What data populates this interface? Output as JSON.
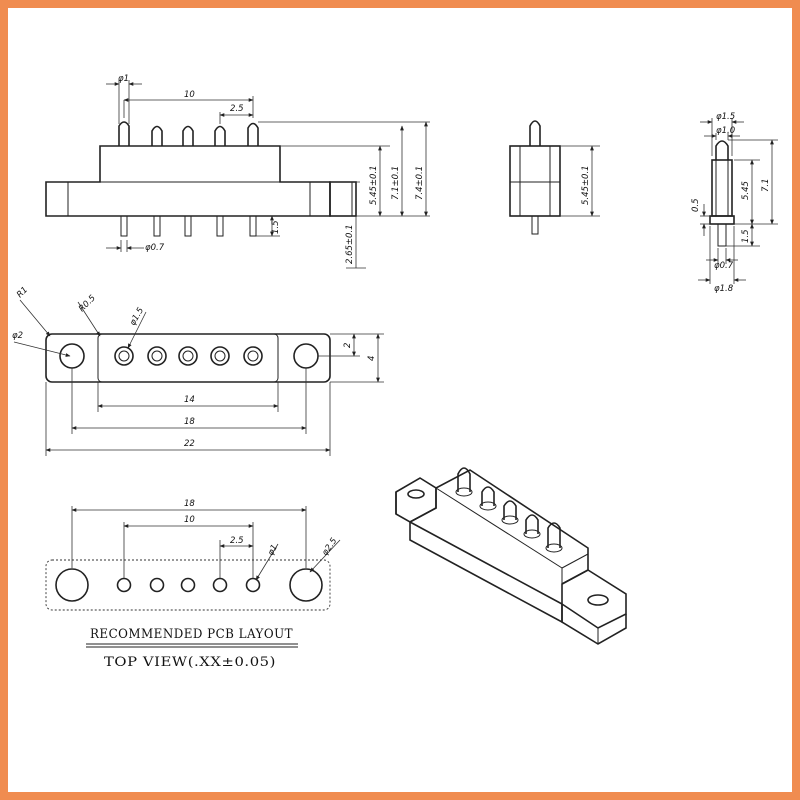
{
  "front": {
    "pin_dia": "φ1",
    "pitch_total": "10",
    "pitch": "2.5",
    "h_545": "5.45±0.1",
    "h_71": "7.1±0.1",
    "h_74": "7.4±0.1",
    "tail_len": "1.5",
    "tail_dia": "φ0.7",
    "side_h": "2.65±0.1"
  },
  "side": {
    "h_545": "5.45±0.1"
  },
  "pin": {
    "d15": "φ1.5",
    "d10": "φ1.0",
    "h545": "5.45",
    "h71": "7.1",
    "h05": "0.5",
    "h15": "1.5",
    "d07": "φ0.7",
    "d18": "φ1.8"
  },
  "top": {
    "r1": "R1",
    "r05": "R0.5",
    "d15": "φ1.5",
    "d2": "φ2",
    "h2": "2",
    "h4": "4",
    "w14": "14",
    "w18": "18",
    "w22": "22"
  },
  "pcb": {
    "w18": "18",
    "w10": "10",
    "p25": "2.5",
    "d1": "φ1",
    "d25": "φ2.5",
    "caption1": "RECOMMENDED PCB LAYOUT",
    "caption2": "TOP VIEW(.XX±0.05)"
  }
}
